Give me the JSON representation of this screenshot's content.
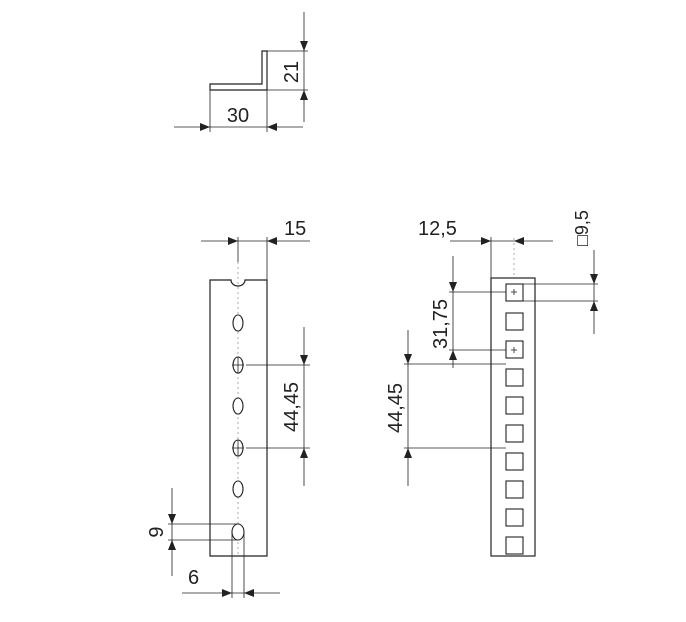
{
  "dimensions": {
    "angle_width": "30",
    "angle_height": "21",
    "left_rail_width": "15",
    "left_pitch": "44,45",
    "slot_height": "9",
    "slot_offset": "6",
    "right_offset": "12,5",
    "square_size": "9,5",
    "right_pitch_small": "31,75",
    "right_pitch_large": "44,45"
  },
  "symbols": {
    "square": "□"
  }
}
